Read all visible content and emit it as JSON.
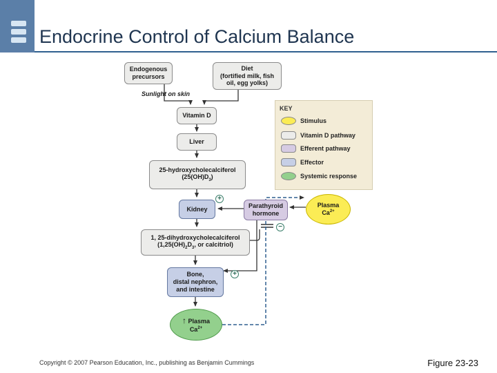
{
  "slide": {
    "title": "Endocrine Control of Calcium Balance",
    "copyright": "Copyright © 2007 Pearson Education, Inc., publishing as Benjamin Cummings",
    "figure_label": "Figure 23-23"
  },
  "nodes": {
    "endogenous": [
      "Endogenous",
      "precursors"
    ],
    "diet": [
      "Diet",
      "(fortified milk, fish",
      "oil, egg yolks)"
    ],
    "sunlight": "Sunlight on skin",
    "vitamin_d": "Vitamin D",
    "liver": "Liver",
    "hcc": [
      "25-hydroxycholecalciferol",
      "(25(OH)D",
      "3",
      ")"
    ],
    "kidney": "Kidney",
    "pth": [
      "Parathyroid",
      "hormone"
    ],
    "plasma_stim": [
      "Plasma",
      "Ca",
      "2+"
    ],
    "dhcc": [
      "1, 25-dihydroxycholecalciferol",
      "(1,25(OH)",
      "2",
      "D",
      "3",
      ", or calcitriol)"
    ],
    "bone": [
      "Bone,",
      "distal nephron,",
      "and intestine"
    ],
    "plasma_resp": [
      "Plasma",
      "Ca",
      "2+"
    ],
    "arrow_up": "↑"
  },
  "signs": {
    "plus": "+",
    "minus": "−"
  },
  "key": {
    "title": "KEY",
    "items": [
      "Stimulus",
      "Vitamin D pathway",
      "Efferent pathway",
      "Effector",
      "Systemic response"
    ]
  },
  "colors": {
    "stimulus": "#fbec55",
    "vitamin_d_pathway": "#ececea",
    "efferent_pathway": "#d6cbe3",
    "effector": "#c6cfe6",
    "systemic_response": "#93d08d",
    "title_bar": "#5b7fa8"
  }
}
